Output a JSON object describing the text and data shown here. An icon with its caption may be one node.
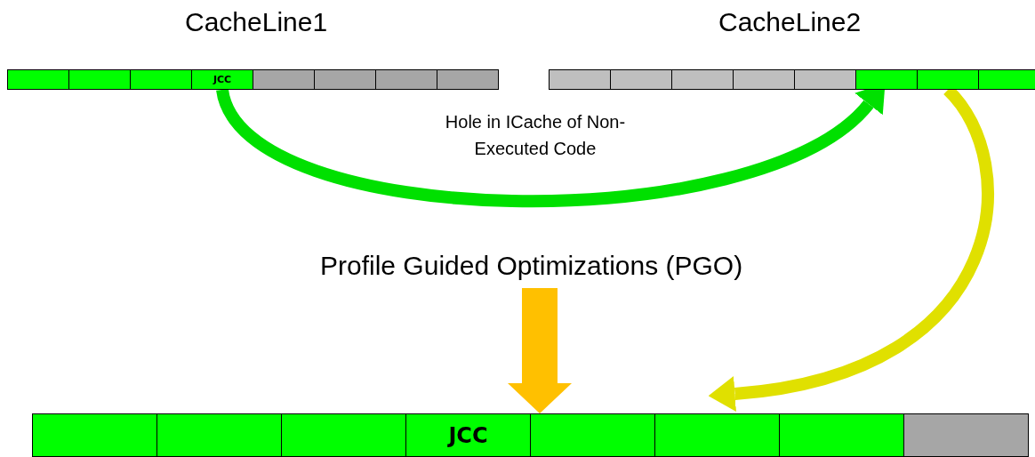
{
  "diagram": {
    "nodes": [
      {
        "text": [
          "CacheLine1"
        ]
      },
      {
        "text": [],
        "shape": "box",
        "in": 0
      },
      {
        "text": [],
        "shape": "box",
        "in": 0
      },
      {
        "text": [],
        "shape": "box",
        "in": 0
      },
      {
        "text": [
          "JCC"
        ],
        "in": 0
      },
      {
        "text": [],
        "shape": "box",
        "in": 0
      },
      {
        "text": [],
        "shape": "box",
        "in": 0
      },
      {
        "text": [],
        "shape": "box",
        "in": 0
      },
      {
        "text": [],
        "shape": "box",
        "in": 0
      },
      {
        "text": [
          "CacheLine2"
        ]
      },
      {
        "text": [],
        "shape": "box",
        "in": 9
      },
      {
        "text": [],
        "shape": "box",
        "in": 9
      },
      {
        "text": [],
        "shape": "box",
        "in": 9
      },
      {
        "text": [],
        "shape": "box",
        "in": 9
      },
      {
        "text": [],
        "shape": "box",
        "in": 9
      },
      {
        "text": [],
        "shape": "box",
        "in": 9
      },
      {
        "text": [],
        "shape": "box",
        "in": 9
      },
      {
        "text": [],
        "shape": "box",
        "in": 9
      },
      {
        "text": [
          "Profile Guided Optimizations (PGO)"
        ]
      },
      {
        "text": [],
        "shape": "bar"
      },
      {
        "text": [],
        "shape": "box",
        "in": 19
      },
      {
        "text": [],
        "shape": "box",
        "in": 19
      },
      {
        "text": [],
        "shape": "box",
        "in": 19
      },
      {
        "text": [
          "JCC"
        ],
        "in": 19
      },
      {
        "text": [],
        "shape": "box",
        "in": 19
      },
      {
        "text": [],
        "shape": "box",
        "in": 19
      },
      {
        "text": [],
        "shape": "box",
        "in": 19
      },
      {
        "text": [],
        "shape": "box",
        "in": 19
      }
    ],
    "edges": [
      {
        "from": 4,
        "to": 15,
        "arrow": "to",
        "color": "#00e000"
      },
      {
        "from": 16,
        "to": 25,
        "arrow": "to",
        "color": "#e0e000"
      },
      {
        "from": 18,
        "to": 19,
        "arrow": "to",
        "style": "thick",
        "color": "#ffc000"
      }
    ],
    "labels": [
      "Hole in ICache of Non-Executed Code"
    ]
  }
}
